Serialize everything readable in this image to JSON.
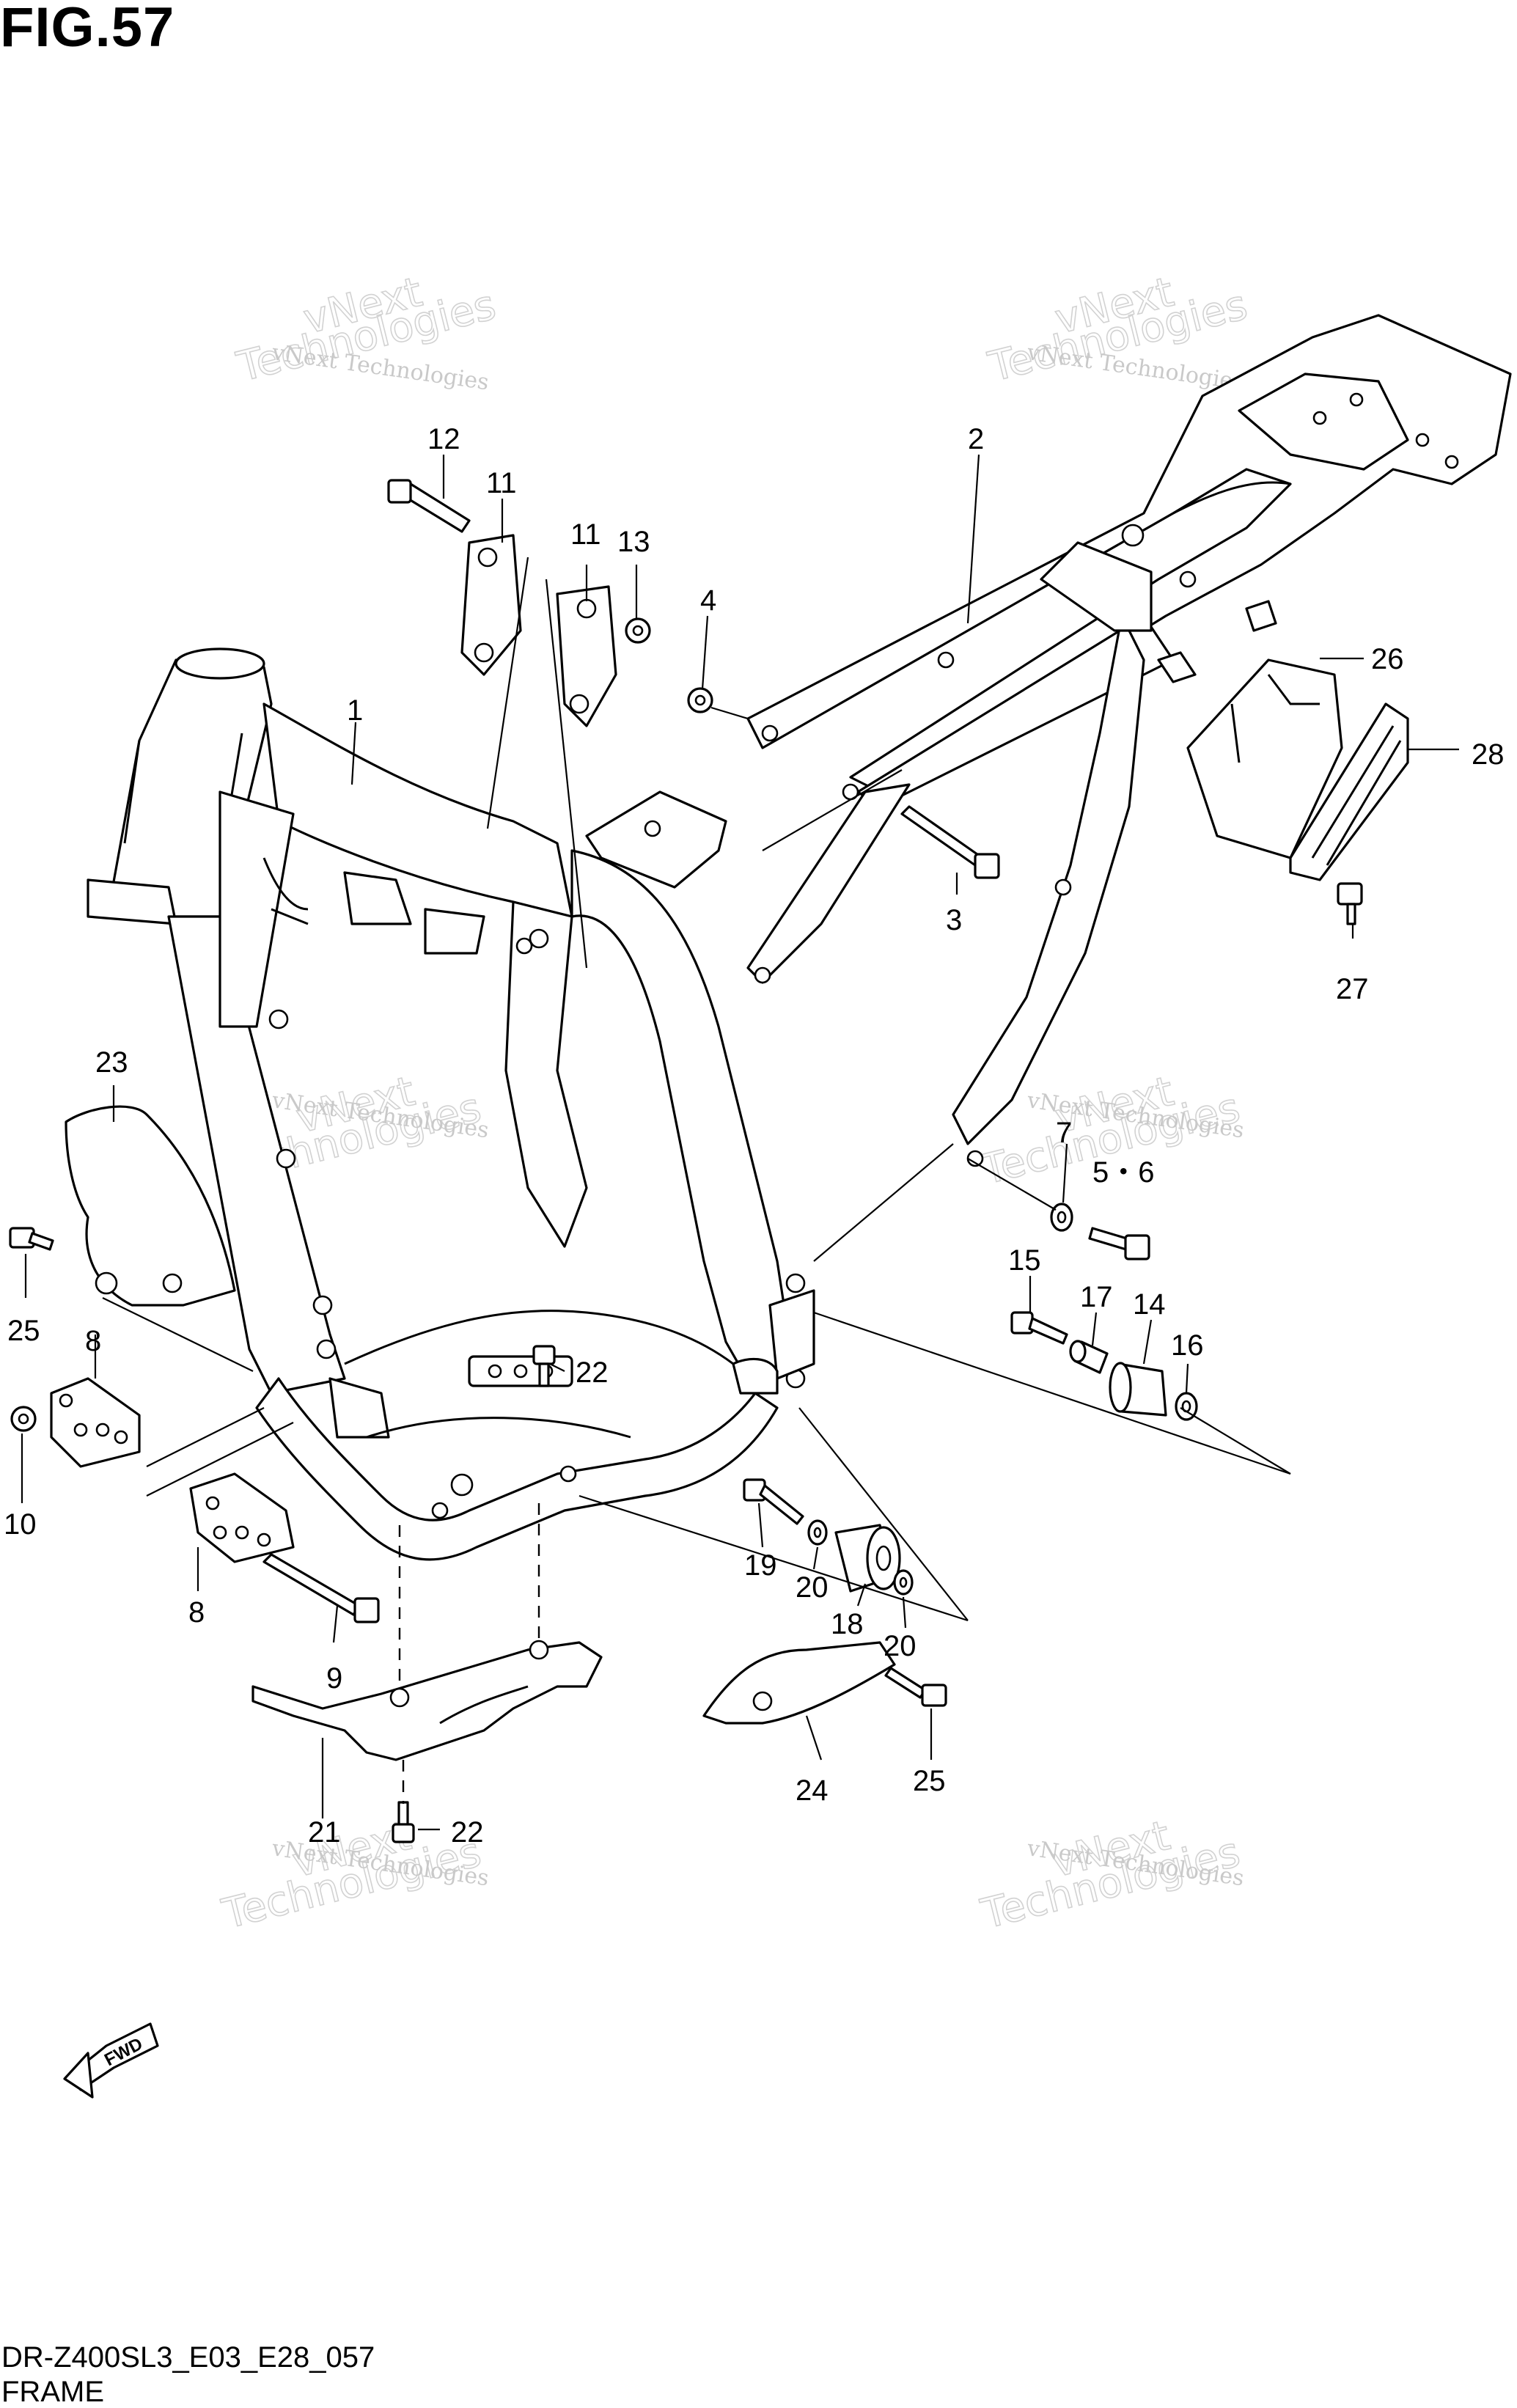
{
  "figure": {
    "title": "FIG.57"
  },
  "footer": {
    "code": "DR-Z400SL3_E03_E28_057",
    "name": "FRAME"
  },
  "watermark": {
    "line1": "vNext Technologies",
    "line2": "vNext",
    "line3": "Technologies"
  },
  "fwd_badge": {
    "label": "FWD"
  },
  "callouts": [
    {
      "id": "c12",
      "text": "12"
    },
    {
      "id": "c11a",
      "text": "11"
    },
    {
      "id": "c11b",
      "text": "11"
    },
    {
      "id": "c13",
      "text": "13"
    },
    {
      "id": "c4",
      "text": "4"
    },
    {
      "id": "c2",
      "text": "2"
    },
    {
      "id": "c1",
      "text": "1"
    },
    {
      "id": "c26",
      "text": "26"
    },
    {
      "id": "c28",
      "text": "28"
    },
    {
      "id": "c3",
      "text": "3"
    },
    {
      "id": "c27",
      "text": "27"
    },
    {
      "id": "c23",
      "text": "23"
    },
    {
      "id": "c7",
      "text": "7"
    },
    {
      "id": "c56",
      "text": "5・6"
    },
    {
      "id": "c25a",
      "text": "25"
    },
    {
      "id": "c8a",
      "text": "8"
    },
    {
      "id": "c15",
      "text": "15"
    },
    {
      "id": "c17",
      "text": "17"
    },
    {
      "id": "c14",
      "text": "14"
    },
    {
      "id": "c16",
      "text": "16"
    },
    {
      "id": "c22a",
      "text": "22"
    },
    {
      "id": "c10",
      "text": "10"
    },
    {
      "id": "c19",
      "text": "19"
    },
    {
      "id": "c20a",
      "text": "20"
    },
    {
      "id": "c18",
      "text": "18"
    },
    {
      "id": "c20b",
      "text": "20"
    },
    {
      "id": "c8b",
      "text": "8"
    },
    {
      "id": "c9",
      "text": "9"
    },
    {
      "id": "c24",
      "text": "24"
    },
    {
      "id": "c25b",
      "text": "25"
    },
    {
      "id": "c21",
      "text": "21"
    },
    {
      "id": "c22b",
      "text": "22"
    }
  ]
}
